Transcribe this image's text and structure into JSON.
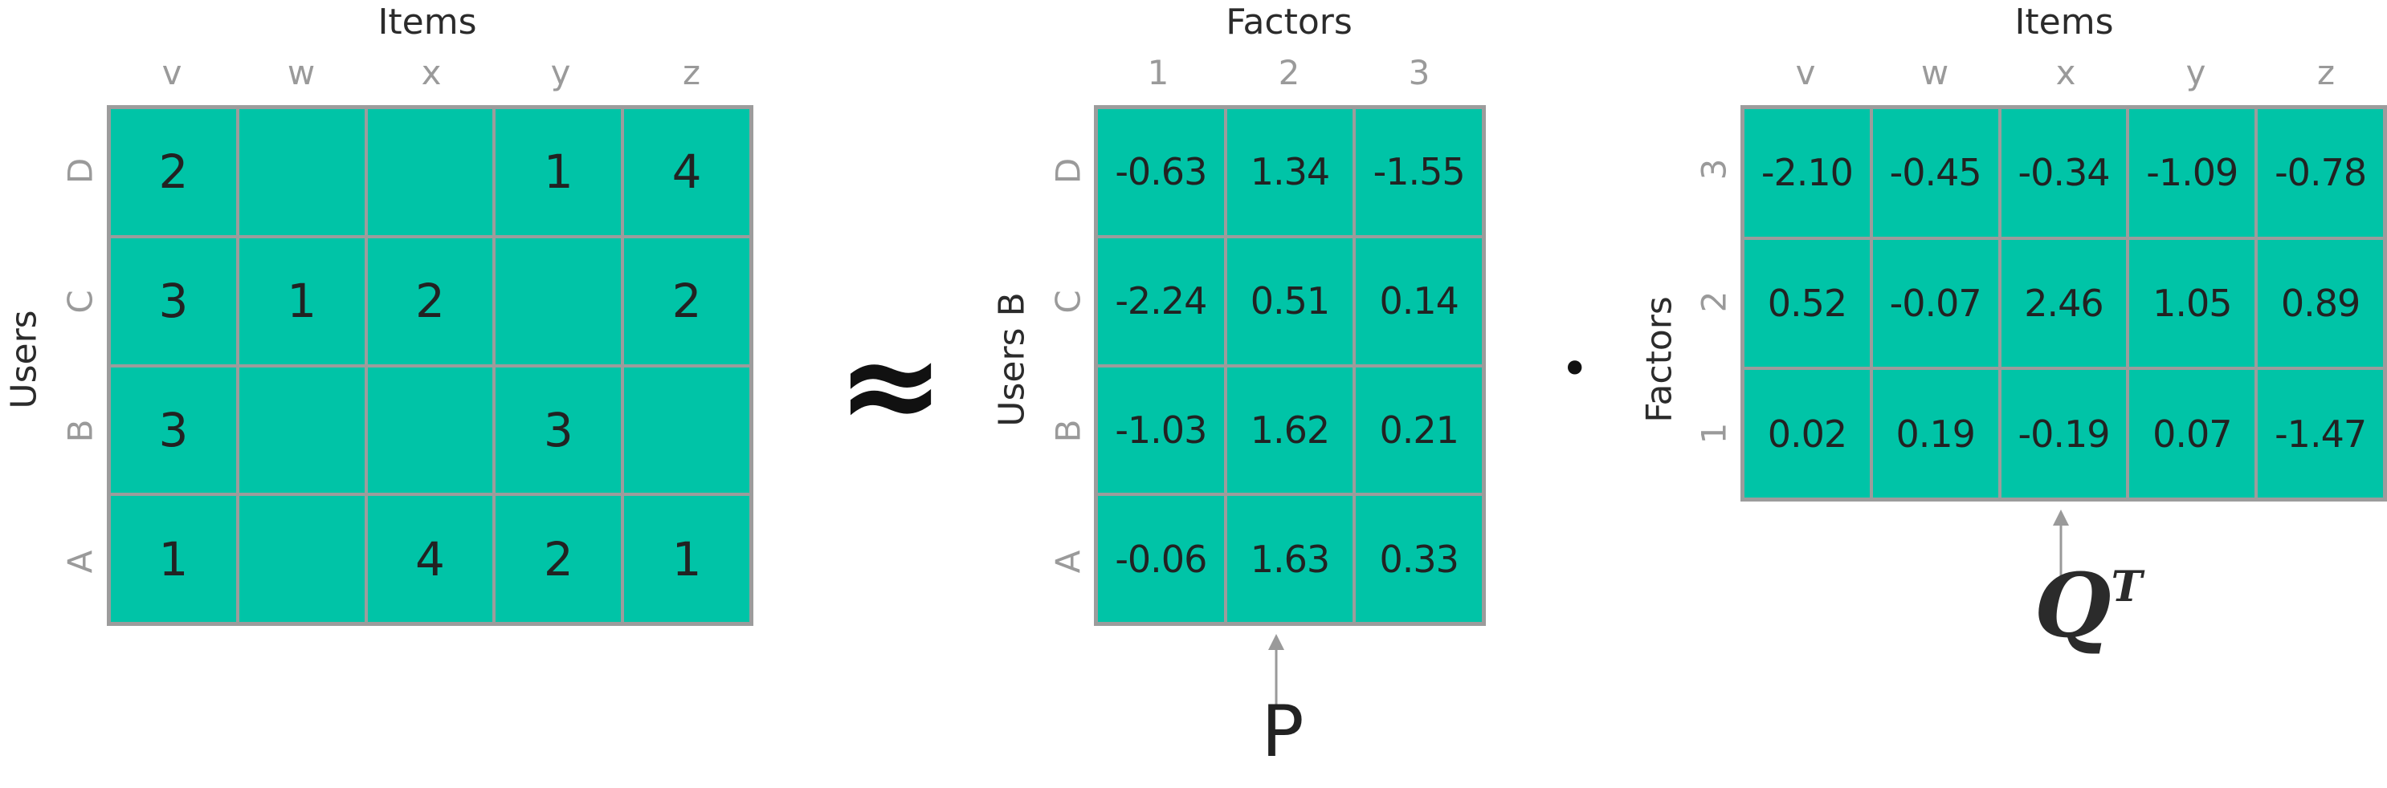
{
  "ratings": {
    "title": "Items",
    "side_label": "Users",
    "columns": [
      "v",
      "w",
      "x",
      "y",
      "z"
    ],
    "rows": [
      "D",
      "C",
      "B",
      "A"
    ],
    "cells": [
      [
        "2",
        "",
        "",
        "1",
        "4"
      ],
      [
        "3",
        "1",
        "2",
        "",
        "2"
      ],
      [
        "3",
        "",
        "",
        "3",
        ""
      ],
      [
        "1",
        "",
        "4",
        "2",
        "1"
      ]
    ]
  },
  "approx_symbol": "≈",
  "dot_symbol": "•",
  "p_matrix": {
    "title": "Factors",
    "side_label": "Users B",
    "columns": [
      "1",
      "2",
      "3"
    ],
    "rows": [
      "D",
      "C",
      "B",
      "A"
    ],
    "cells": [
      [
        "-0.63",
        "1.34",
        "-1.55"
      ],
      [
        "-2.24",
        "0.51",
        "0.14"
      ],
      [
        "-1.03",
        "1.62",
        "0.21"
      ],
      [
        "-0.06",
        "1.63",
        "0.33"
      ]
    ],
    "label": "P"
  },
  "q_matrix": {
    "title": "Items",
    "side_label": "Factors",
    "columns": [
      "v",
      "w",
      "x",
      "y",
      "z"
    ],
    "rows": [
      "3",
      "2",
      "1"
    ],
    "cells": [
      [
        "-2.10",
        "-0.45",
        "-0.34",
        "-1.09",
        "-0.78"
      ],
      [
        "0.52",
        "-0.07",
        "2.46",
        "1.05",
        "0.89"
      ],
      [
        "0.02",
        "0.19",
        "-0.19",
        "0.07",
        "-1.47"
      ]
    ],
    "label": "Q",
    "label_superscript": "T"
  },
  "colors": {
    "cell_fill": "#00c4a7",
    "grid_line": "#9c9c9c",
    "header_text": "#9a9a9a",
    "arrow": "#9a9a9a"
  }
}
